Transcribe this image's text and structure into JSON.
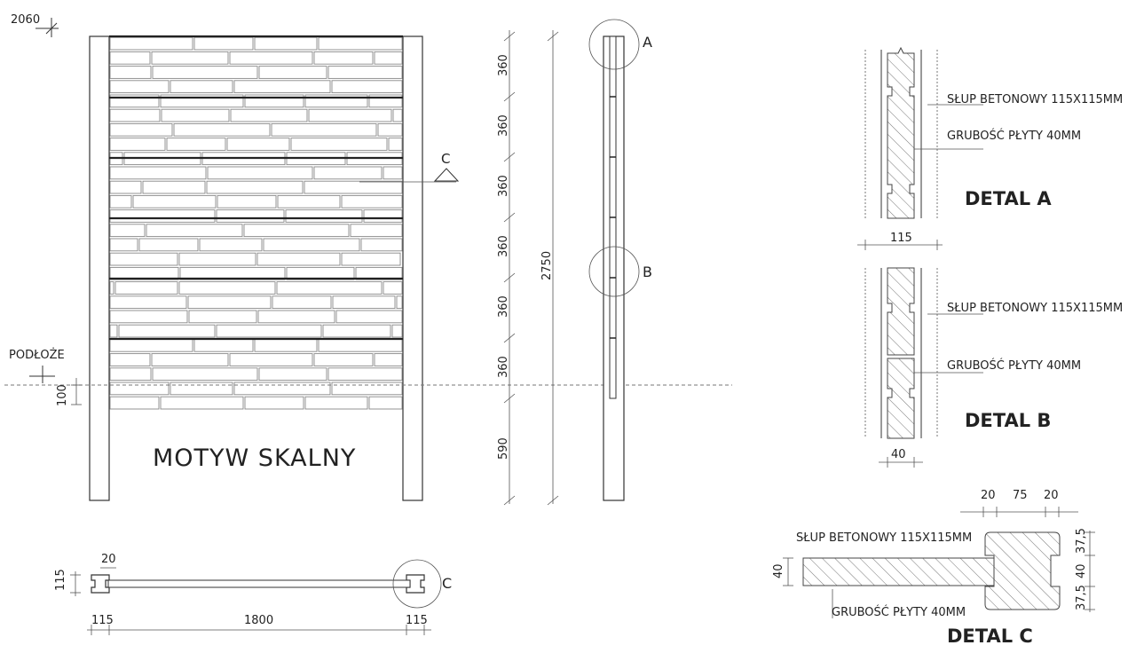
{
  "elevation": {
    "level_top": "2060",
    "ground_label": "PODŁOŻE",
    "ground_gap": "100",
    "title": "MOTYW SKALNY",
    "detail_marker_c": "C"
  },
  "dimensions": {
    "panel_heights": [
      "360",
      "360",
      "360",
      "360",
      "360",
      "360"
    ],
    "below_ground": "590",
    "total_height": "2750"
  },
  "side_view": {
    "marker_a": "A",
    "marker_b": "B"
  },
  "plan": {
    "post_width": "115",
    "groove": "20",
    "dim_left": "115",
    "dim_span": "1800",
    "dim_right": "115",
    "marker_c": "C"
  },
  "detail_a": {
    "label_post": "SŁUP BETONOWY 115X115MM",
    "label_plate": "GRUBOŚĆ PŁYTY 40MM",
    "width": "115",
    "title": "DETAL A"
  },
  "detail_b": {
    "label_post": "SŁUP BETONOWY 115X115MM",
    "label_plate": "GRUBOŚĆ PŁYTY 40MM",
    "width": "40",
    "title": "DETAL B"
  },
  "detail_c": {
    "dim_a": "20",
    "dim_b": "75",
    "dim_c": "20",
    "label_post": "SŁUP BETONOWY 115X115MM",
    "label_plate": "GRUBOŚĆ PŁYTY 40MM",
    "plate_thickness": "40",
    "vdim_top": "37,5",
    "vdim_mid": "40",
    "vdim_bot": "37,5",
    "title": "DETAL C"
  }
}
